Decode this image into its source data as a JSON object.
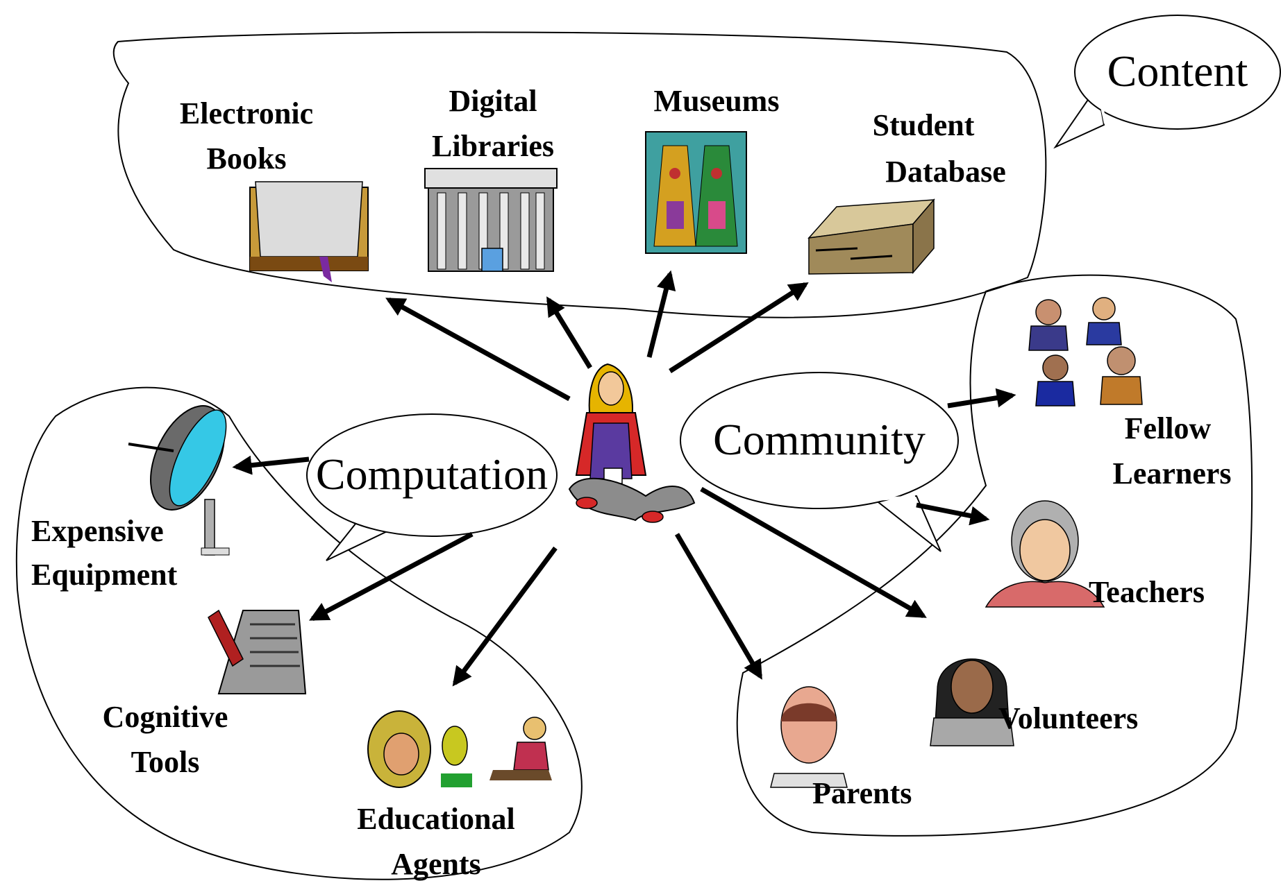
{
  "bubbles": {
    "content": "Content",
    "computation": "Computation",
    "community": "Community"
  },
  "content": {
    "electronic_books": [
      "Electronic",
      "Books"
    ],
    "digital_libraries": [
      "Digital",
      "Libraries"
    ],
    "museums": [
      "Museums"
    ],
    "student_database": [
      "Student",
      "Database"
    ]
  },
  "computation": {
    "expensive_equipment": [
      "Expensive",
      "Equipment"
    ],
    "cognitive_tools": [
      "Cognitive",
      "Tools"
    ],
    "educational_agents": [
      "Educational",
      "Agents"
    ]
  },
  "community": {
    "fellow_learners": [
      "Fellow",
      "Learners"
    ],
    "teachers": [
      "Teachers"
    ],
    "volunteers": [
      "Volunteers"
    ],
    "parents": [
      "Parents"
    ]
  },
  "icons": {
    "center": "learner-icon",
    "electronic_books": "book-icon",
    "digital_libraries": "library-building-icon",
    "museums": "museum-painting-icon",
    "student_database": "database-box-icon",
    "expensive_equipment": "satellite-dish-icon",
    "cognitive_tools": "notepad-pencil-icon",
    "educational_agents": "agents-icon",
    "fellow_learners": "people-group-icon",
    "teachers": "teacher-icon",
    "volunteers": "volunteer-icon",
    "parents": "parent-icon"
  }
}
